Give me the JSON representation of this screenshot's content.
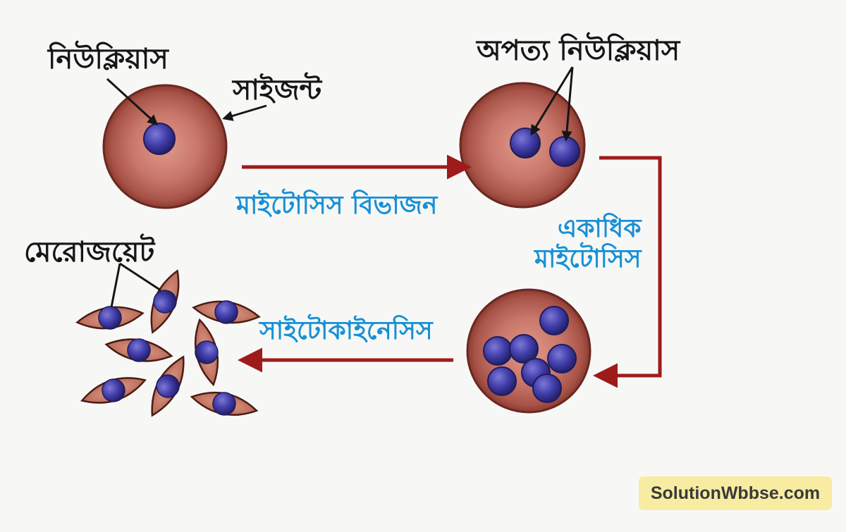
{
  "labels": {
    "nucleus": "নিউক্লিয়াস",
    "schizont": "সাইজন্ট",
    "daughter_nuclei": "অপত্য নিউক্লিয়াস",
    "merozoite": "মেরোজয়েট",
    "mitosis_division": "মাইটোসিস বিভাজন",
    "multiple_mitosis_line1": "একাধিক",
    "multiple_mitosis_line2": "মাইটোসিস",
    "cytokinesis": "সাইটোকাইনেসিস"
  },
  "watermark": "SolutionWbbse.com",
  "colors": {
    "cell": "#c8766a",
    "cell_edge": "#6a2822",
    "nucleus": "#3d3a9a",
    "arrow": "#9e1b1b",
    "label_blue": "#1790d6",
    "label_black": "#161616",
    "watermark_bg": "#f8eca2"
  }
}
